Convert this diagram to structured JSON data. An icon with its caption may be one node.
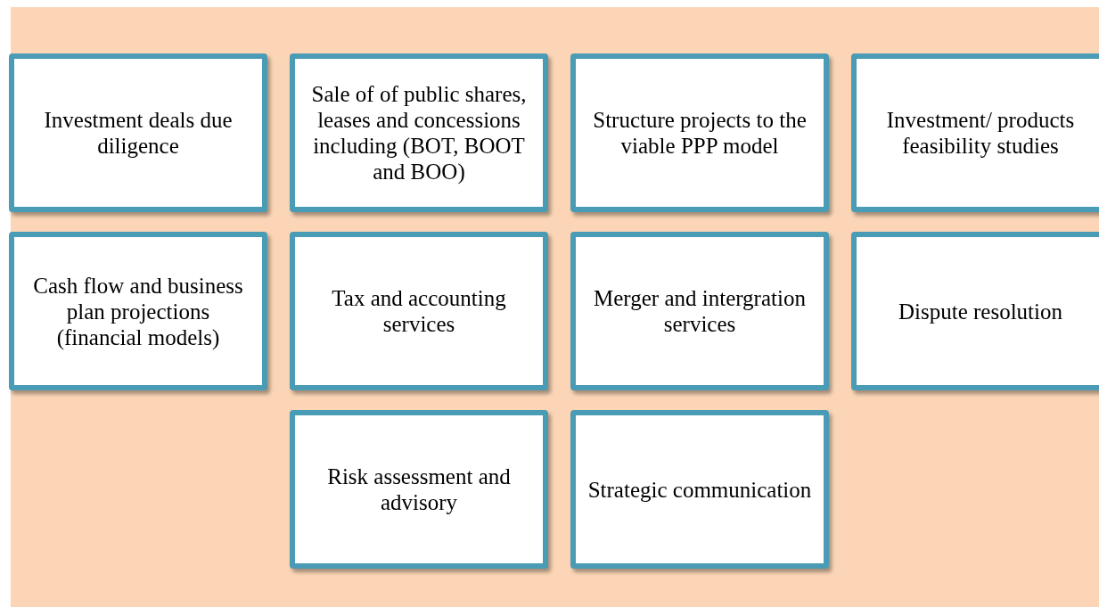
{
  "diagram": {
    "nodes": [
      {
        "text": [
          "Investment deals due diligence"
        ]
      },
      {
        "text": [
          "Sale of of public shares, leases and concessions including (BOT, BOOT and BOO)"
        ]
      },
      {
        "text": [
          "Structure projects to the viable PPP model"
        ]
      },
      {
        "text": [
          "Investment/ products feasibility studies"
        ]
      },
      {
        "text": [
          "Cash flow and business plan projections (financial models)"
        ]
      },
      {
        "text": [
          "Tax and accounting services"
        ]
      },
      {
        "text": [
          "Merger and intergration services"
        ]
      },
      {
        "text": [
          "Dispute resolution"
        ]
      },
      {
        "text": [
          "Risk assessment and advisory"
        ]
      },
      {
        "text": [
          "Strategic communication"
        ]
      }
    ]
  }
}
